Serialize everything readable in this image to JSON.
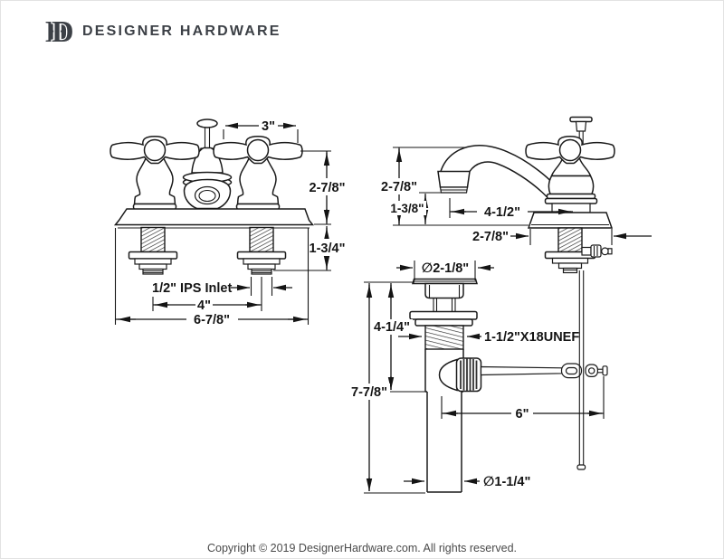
{
  "header": {
    "logo_letter_h": "H",
    "logo_letter_d": "D",
    "brand": "DESIGNER HARDWARE"
  },
  "front_view": {
    "dim_spout_top": "3\"",
    "dim_height_above_deck": "2-7/8\"",
    "dim_shank_length": "1-3/4\"",
    "inlet_label": "1/2\" IPS Inlet",
    "dim_handle_centers": "4\"",
    "dim_overall_width": "6-7/8\""
  },
  "side_view": {
    "dim_total_height": "2-7/8\"",
    "dim_spout_clearance": "1-3/8\"",
    "dim_spout_reach": "4-1/2\"",
    "dim_base_width": "2-7/8\""
  },
  "drain_view": {
    "dim_flange_diameter": "∅2-1/8\"",
    "dim_upper_height": "4-1/4\"",
    "thread_label": "1-1/2\"X18UNEF",
    "dim_overall_height": "7-7/8\"",
    "dim_rod_length": "6\"",
    "dim_tailpiece_diameter": "∅1-1/4\""
  },
  "footer": {
    "copyright": "Copyright © 2019 DesignerHardware.com. All rights reserved."
  },
  "colors": {
    "line_ink": "#1a1a1a",
    "brand_text": "#3c4046",
    "background": "#ffffff"
  }
}
